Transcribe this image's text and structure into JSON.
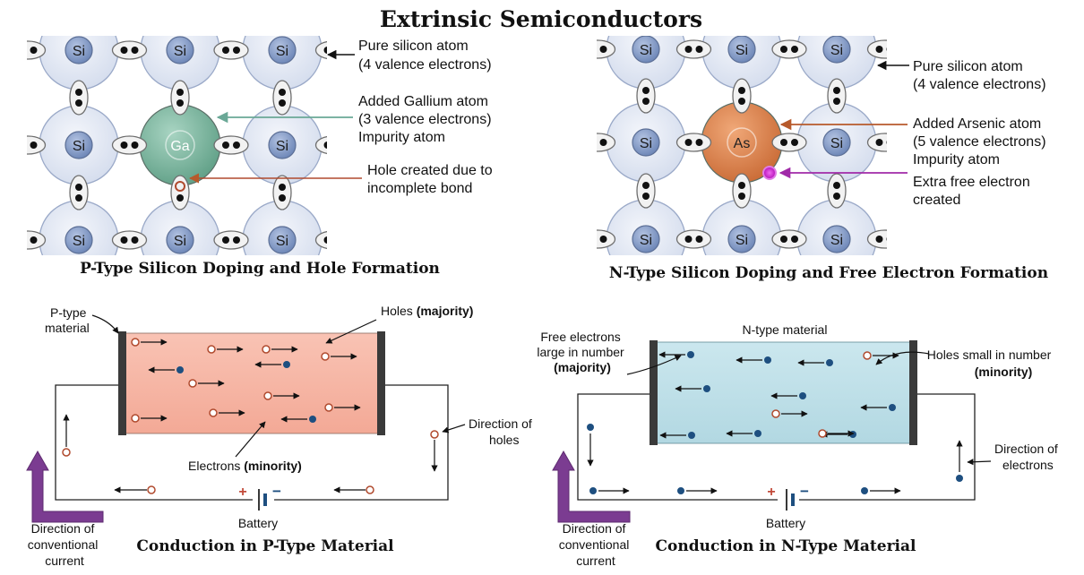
{
  "title": "Extrinsic Semiconductors",
  "p_lattice": {
    "caption": "P-Type Silicon Doping and Hole Formation",
    "host_symbol": "Si",
    "dopant_symbol": "Ga",
    "labels": {
      "pure_line1": "Pure silicon atom",
      "pure_line2": "(4 valence electrons)",
      "dopant_line1": "Added Gallium atom",
      "dopant_line2": "(3 valence electrons)",
      "dopant_line3": "Impurity atom",
      "hole_line1": "Hole created due to",
      "hole_line2": "incomplete bond"
    }
  },
  "n_lattice": {
    "caption": "N-Type Silicon Doping and Free Electron Formation",
    "host_symbol": "Si",
    "dopant_symbol": "As",
    "labels": {
      "pure_line1": "Pure silicon atom",
      "pure_line2": "(4 valence electrons)",
      "dopant_line1": "Added Arsenic atom",
      "dopant_line2": "(5 valence electrons)",
      "dopant_line3": "Impurity atom",
      "free_line1": "Extra free electron",
      "free_line2": "created"
    }
  },
  "p_circuit": {
    "caption": "Conduction in P-Type Material",
    "material_line1": "P-type",
    "material_line2": "material",
    "holes_prefix": "Holes",
    "holes_bold": "(majority)",
    "electrons_prefix": "Electrons",
    "electrons_bold": "(minority)",
    "dir_line1": "Direction of",
    "dir_line2": "holes",
    "battery": "Battery",
    "plus": "+",
    "minus": "−",
    "conv_line1": "Direction of",
    "conv_line2": "conventional",
    "conv_line3": "current"
  },
  "n_circuit": {
    "caption": "Conduction in N-Type Material",
    "material": "N-type material",
    "free_line1": "Free electrons",
    "free_line2": "large in number",
    "free_bold": "(majority)",
    "holes_line1": "Holes small in number",
    "holes_bold": "(minority)",
    "dir_line1": "Direction of",
    "dir_line2": "electrons",
    "battery": "Battery",
    "plus": "+",
    "minus": "−",
    "conv_line1": "Direction of",
    "conv_line2": "conventional",
    "conv_line3": "current"
  },
  "colors": {
    "host_core": "#7f97c4",
    "host_shell": "#e6ebf5",
    "dopant_p": "#6eab94",
    "dopant_n": "#d9804a",
    "free_electron": "#c01cc6",
    "hole": "#b04a2e",
    "p_material": "#f7b7a6",
    "n_material": "#bfe0e8",
    "electron_dot": "#1e4f80",
    "arrow_purple": "#7b3c91",
    "gallium_arrow": "#6aa896",
    "arsenic_arrow": "#b75a2b"
  }
}
